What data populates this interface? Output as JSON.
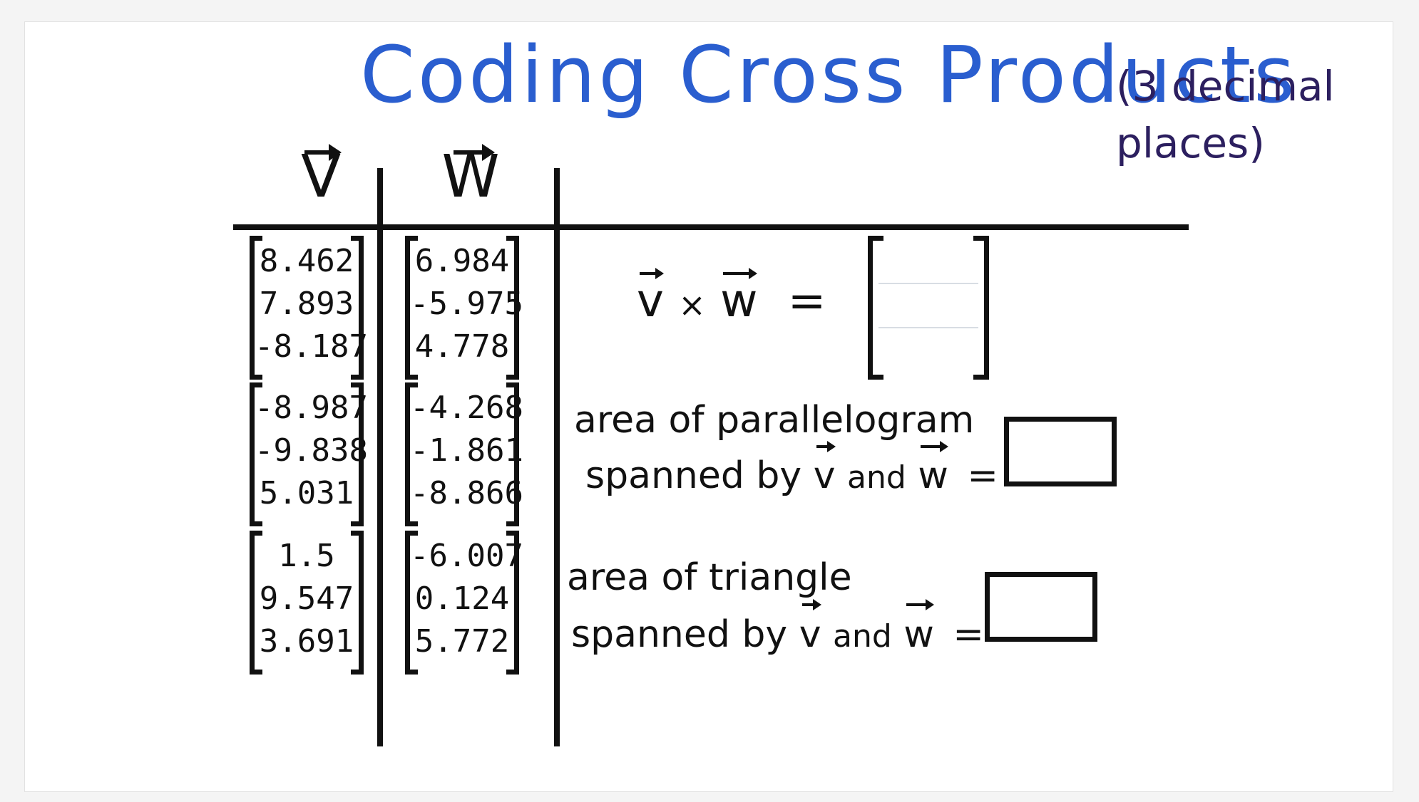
{
  "title": "Coding Cross Products",
  "note": "(3 decimal places)",
  "colors": {
    "title": "#2a5ecf",
    "note": "#2c1f5f",
    "ink": "#111111"
  },
  "headers": {
    "v": "V",
    "w": "W"
  },
  "rows": [
    {
      "v": [
        "8.462",
        "7.893",
        "-8.187"
      ],
      "w": [
        "6.984",
        "-5.975",
        "4.778"
      ]
    },
    {
      "v": [
        "-8.987",
        "-9.838",
        "5.031"
      ],
      "w": [
        "-4.268",
        "-1.861",
        "-8.866"
      ]
    },
    {
      "v": [
        "1.5",
        "9.547",
        "3.691"
      ],
      "w": [
        "-6.007",
        "0.124",
        "5.772"
      ]
    }
  ],
  "questions": {
    "cross": {
      "v": "v",
      "times": "×",
      "w": "w",
      "eq": "="
    },
    "parallelogram": {
      "line1": "area of parallelogram",
      "line2_prefix": "spanned by",
      "v": "v",
      "and": "and",
      "w": "w",
      "eq": "="
    },
    "triangle": {
      "line1": "area of triangle",
      "line2_prefix": "spanned by",
      "v": "v",
      "and": "and",
      "w": "w",
      "eq": "="
    }
  }
}
